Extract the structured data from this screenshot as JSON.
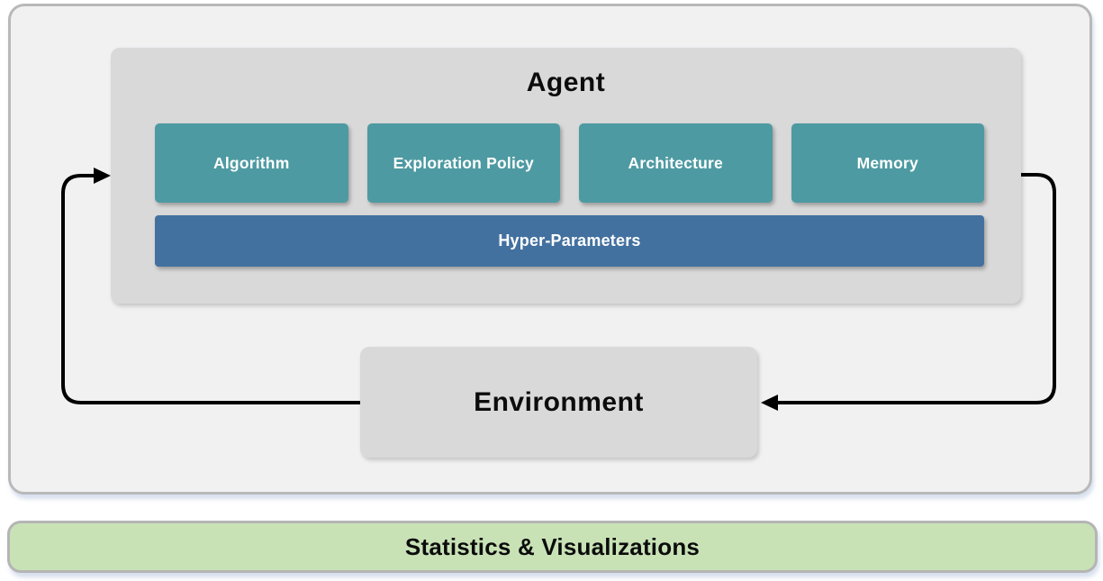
{
  "agent": {
    "title": "Agent",
    "modules": [
      "Algorithm",
      "Exploration Policy",
      "Architecture",
      "Memory"
    ],
    "hyper_parameters_label": "Hyper-Parameters"
  },
  "environment": {
    "title": "Environment"
  },
  "footer": {
    "label": "Statistics & Visualizations"
  },
  "arrows": {
    "environment_to_agent": "loop from Environment left side up into Agent left side",
    "agent_to_environment": "loop from Agent right side down into Environment right side",
    "color": "#000000"
  },
  "colors": {
    "outer_panel_fill": "#f1f1f2",
    "outer_panel_border": "#b9b9ba",
    "container_gray": "#d9d9d9",
    "module_teal": "#4e9aa2",
    "hyper_blue": "#43719f",
    "footer_green": "#c8e2b6",
    "footer_border": "#b5b5b5",
    "text_dark": "#0c0c0c",
    "text_light": "#ffffff"
  }
}
